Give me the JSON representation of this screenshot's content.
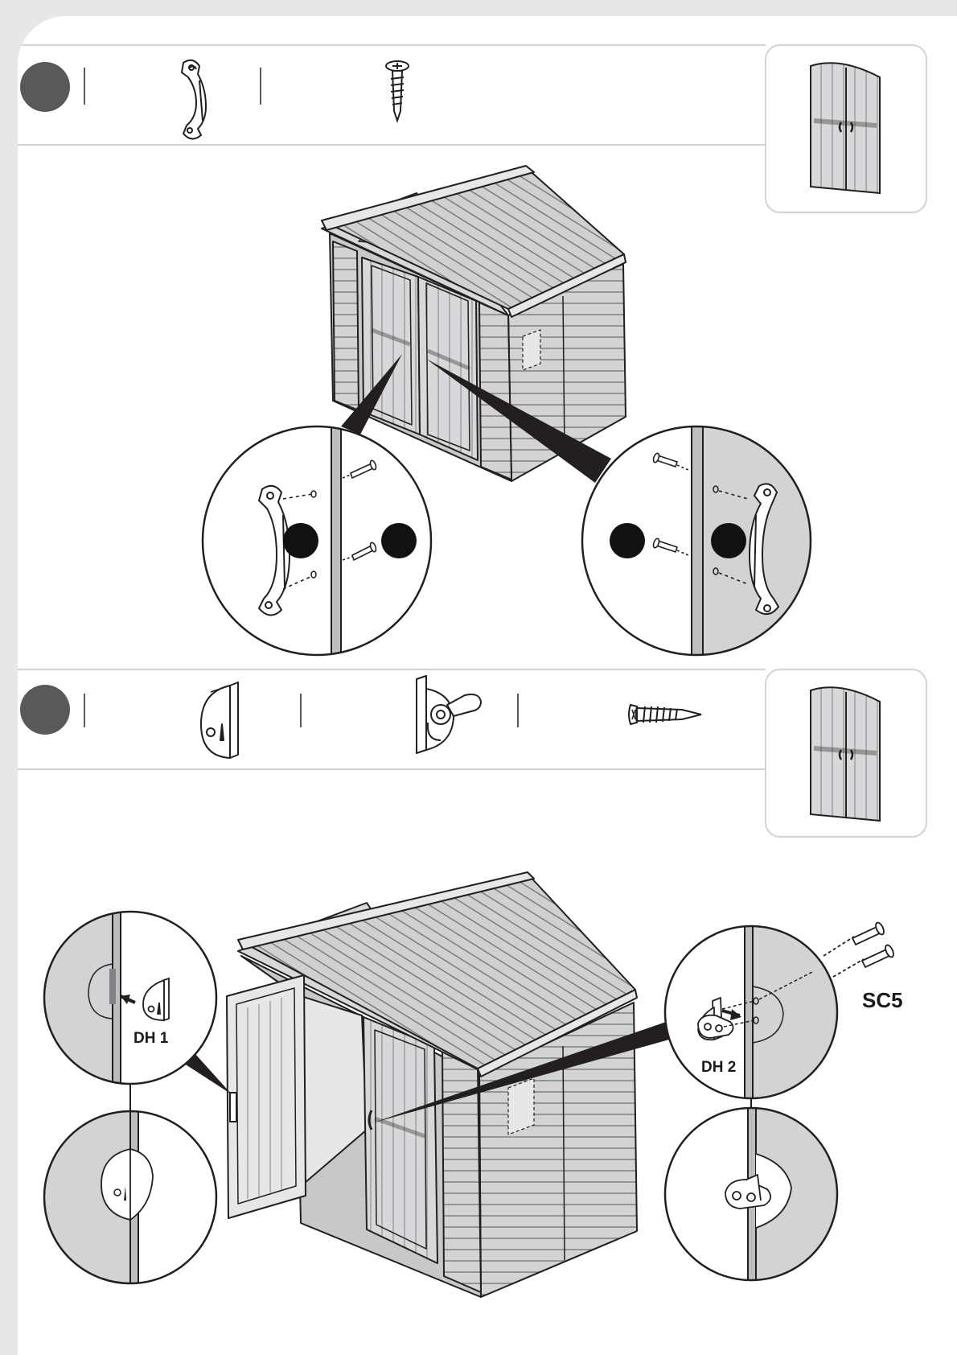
{
  "colors": {
    "page_bg": "#ffffff",
    "margin_bg": "#e6e7e8",
    "step_circle": "#58595b",
    "wall": "#d1d3d4",
    "wall_dark": "#bcbec0",
    "roof": "#c7c8ca",
    "line": "#231f20",
    "detail_dot": "#111111"
  },
  "steps": [
    {
      "parts": [
        "door-handle-icon",
        "screw-icon"
      ]
    },
    {
      "parts": [
        "latch-plate-icon",
        "latch-hook-icon",
        "self-drilling-screw-icon"
      ]
    }
  ],
  "labels": {
    "dh1": "DH 1",
    "dh2": "DH 2",
    "sc5": "SC5"
  }
}
